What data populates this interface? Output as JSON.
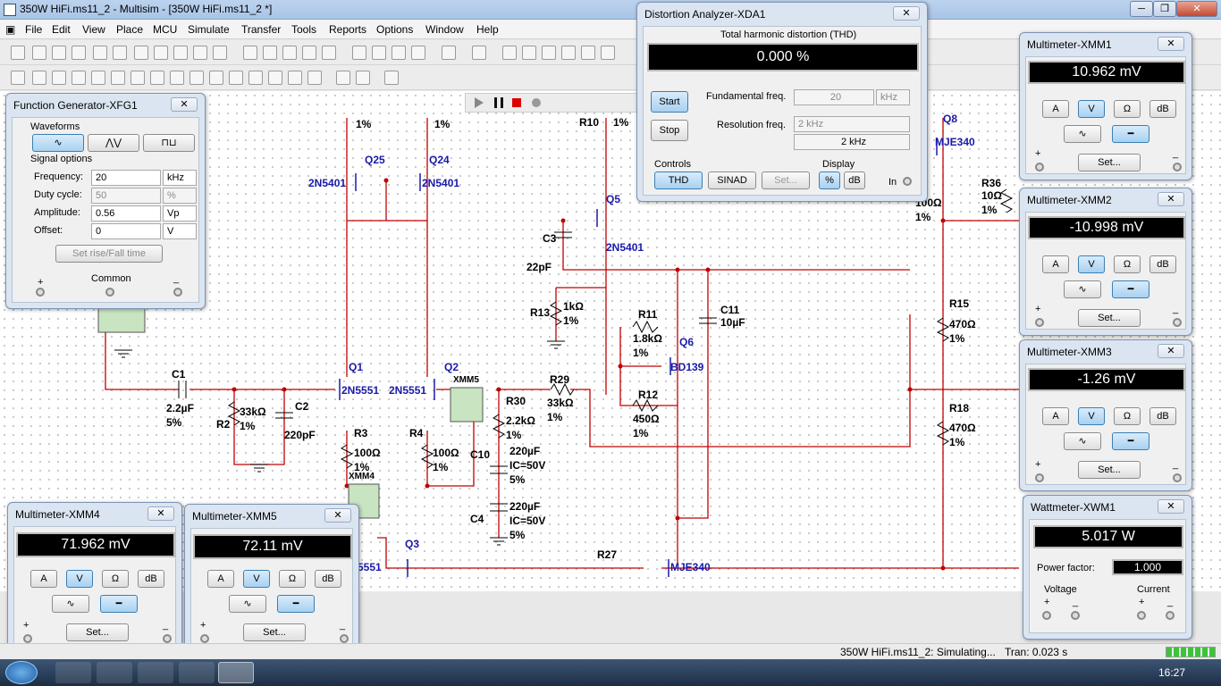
{
  "title": "350W HiFi.ms11_2 - Multisim - [350W HiFi.ms11_2 *]",
  "menu": [
    "File",
    "Edit",
    "View",
    "Place",
    "MCU",
    "Simulate",
    "Transfer",
    "Tools",
    "Reports",
    "Options",
    "Window",
    "Help"
  ],
  "schematic": {
    "labels": [
      "2N5401",
      "Q25",
      "Q24",
      "2N5401",
      "Q5",
      "2N5401",
      "C3",
      "22pF",
      "R13",
      "1kΩ",
      "1%",
      "R11",
      "1.8kΩ",
      "1%",
      "Q6",
      "BD139",
      "R12",
      "450Ω",
      "1%",
      "C11",
      "10µF",
      "Q1",
      "2N5551",
      "2N5551",
      "Q2",
      "XMM5",
      "R29",
      "33kΩ",
      "1%",
      "R30",
      "2.2kΩ",
      "1%",
      "C1",
      "2.2µF",
      "5%",
      "R2",
      "33kΩ",
      "1%",
      "C2",
      "220pF",
      "R3",
      "100Ω",
      "1%",
      "R4",
      "100Ω",
      "1%",
      "C10",
      "220µF",
      "IC=50V",
      "5%",
      "XMM4",
      "C4",
      "220µF",
      "IC=50V",
      "5%",
      "Q3",
      "R27",
      "MJE340",
      "MJE340",
      "R36",
      "10Ω",
      "1%",
      "100Ω",
      "1%",
      "R15",
      "470Ω",
      "1%",
      "R18",
      "470Ω",
      "1%",
      "Q8",
      "R10",
      "1%",
      "1%",
      "1%",
      "5551"
    ]
  },
  "function_generator": {
    "title": "Function Generator-XFG1",
    "waveforms": "Waveforms",
    "signal_options": "Signal options",
    "frequency_label": "Frequency:",
    "frequency": "20",
    "frequency_unit": "kHz",
    "duty_label": "Duty cycle:",
    "duty": "50",
    "duty_unit": "%",
    "amplitude_label": "Amplitude:",
    "amplitude": "0.56",
    "amplitude_unit": "Vp",
    "offset_label": "Offset:",
    "offset": "0",
    "offset_unit": "V",
    "rise_fall": "Set rise/Fall time",
    "plus": "+",
    "common": "Common",
    "minus": "_"
  },
  "distortion": {
    "title": "Distortion Analyzer-XDA1",
    "thd_label": "Total harmonic distortion (THD)",
    "thd_value": "0.000 %",
    "start": "Start",
    "stop": "Stop",
    "fund_label": "Fundamental freq.",
    "fund_value": "20",
    "fund_unit": "kHz",
    "res_label": "Resolution freq.",
    "res_value": "2 kHz",
    "res_display": "2 kHz",
    "controls": "Controls",
    "display": "Display",
    "thd_btn": "THD",
    "sinad_btn": "SINAD",
    "set_btn": "Set...",
    "pct_btn": "%",
    "db_btn": "dB",
    "in": "In"
  },
  "meters": [
    {
      "title": "Multimeter-XMM1",
      "value": "10.962 mV"
    },
    {
      "title": "Multimeter-XMM2",
      "value": "-10.998 mV"
    },
    {
      "title": "Multimeter-XMM3",
      "value": "-1.26 mV"
    },
    {
      "title": "Multimeter-XMM4",
      "value": "71.962 mV"
    },
    {
      "title": "Multimeter-XMM5",
      "value": "72.11 mV"
    }
  ],
  "meter_buttons": {
    "a": "A",
    "v": "V",
    "ohm": "Ω",
    "db": "dB",
    "set": "Set...",
    "plus": "+",
    "minus": "_"
  },
  "wattmeter": {
    "title": "Wattmeter-XWM1",
    "value": "5.017 W",
    "pf_label": "Power factor:",
    "pf_value": "1.000",
    "voltage": "Voltage",
    "current": "Current",
    "plus": "+",
    "minus": "_"
  },
  "status": {
    "file": "350W HiFi.ms11_2: Simulating...",
    "tran": "Tran: 0.023 s"
  },
  "taskbar": {
    "clock": "16:27"
  },
  "colors": {
    "wire": "#c00000",
    "component": "#1a1aa8"
  }
}
